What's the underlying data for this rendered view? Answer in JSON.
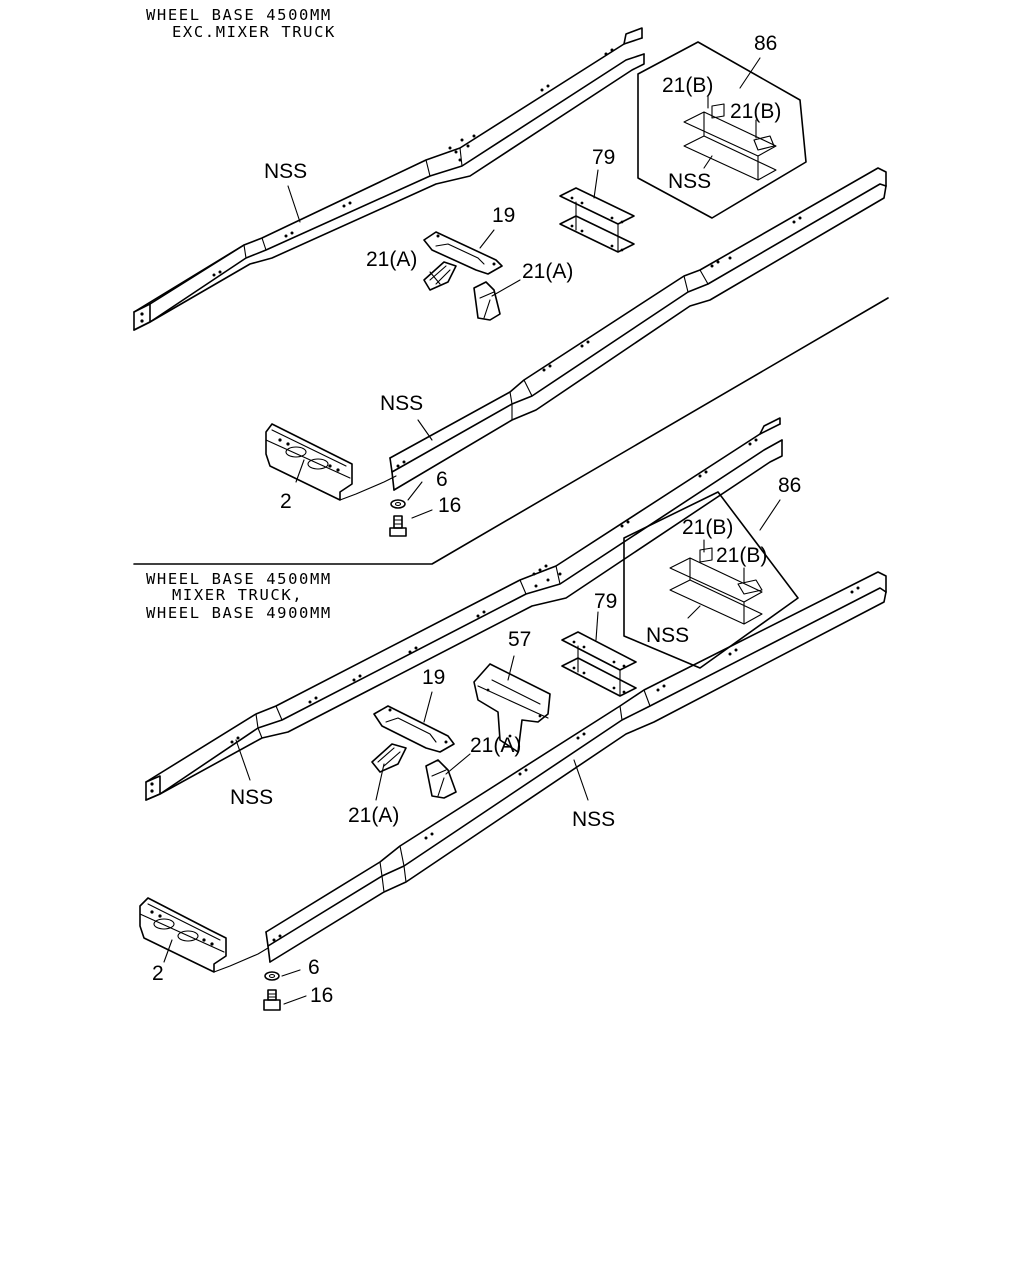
{
  "sections": {
    "upper": {
      "title_line1": "WHEEL BASE 4500MM",
      "title_line2": "EXC.MIXER TRUCK"
    },
    "lower": {
      "title_line1": "WHEEL BASE 4500MM",
      "title_line2": "MIXER TRUCK,",
      "title_line3": "WHEEL BASE 4900MM"
    }
  },
  "callouts": {
    "upper": {
      "c86": "86",
      "c21b_1": "21(B)",
      "c21b_2": "21(B)",
      "c_nss_inset": "NSS",
      "c79": "79",
      "c19": "19",
      "c21a_1": "21(A)",
      "c21a_2": "21(A)",
      "c_nss_left": "NSS",
      "c_nss_right": "NSS",
      "c2": "2",
      "c6": "6",
      "c16": "16"
    },
    "lower": {
      "c86": "86",
      "c21b_1": "21(B)",
      "c21b_2": "21(B)",
      "c_nss_inset": "NSS",
      "c79": "79",
      "c57": "57",
      "c19": "19",
      "c21a_1": "21(A)",
      "c21a_2": "21(A)",
      "c_nss_left": "NSS",
      "c_nss_right": "NSS",
      "c2": "2",
      "c6": "6",
      "c16": "16"
    }
  }
}
